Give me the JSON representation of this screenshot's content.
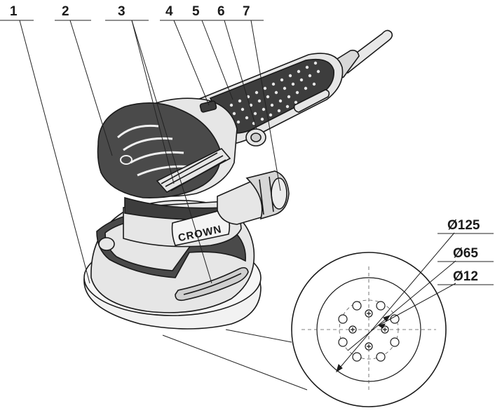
{
  "diagram": {
    "callouts": [
      "1",
      "2",
      "3",
      "4",
      "5",
      "6",
      "7"
    ],
    "brand_text": "CROWN",
    "dimensions": [
      "Ø125",
      "Ø65",
      "Ø12"
    ],
    "colors": {
      "body_light": "#e6e6e6",
      "body_dark": "#4a4a4a",
      "grip_dark": "#3d3d3d",
      "outline": "#1a1a1a",
      "pad": "#f2f2f2"
    },
    "icons": [
      "orbital-sander-illustration",
      "sanding-pad-detail"
    ]
  }
}
